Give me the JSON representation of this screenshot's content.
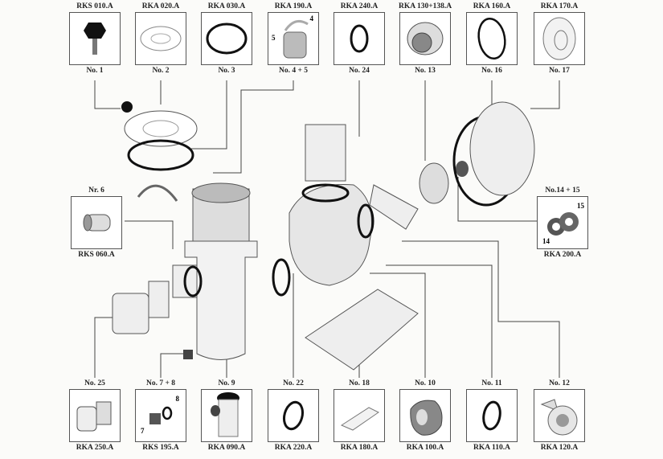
{
  "top_parts": [
    {
      "code": "RKS 010.A",
      "num": "No. 1",
      "icon": "knob-icon"
    },
    {
      "code": "RKA 020.A",
      "num": "No. 2",
      "icon": "lid-icon"
    },
    {
      "code": "RKA 030.A",
      "num": "No. 3",
      "icon": "o-ring-icon"
    },
    {
      "code": "RKA 190.A",
      "num": "No. 4 + 5",
      "icon": "strainer-basket-icon",
      "sub": [
        "4",
        "5"
      ]
    },
    {
      "code": "RKA 240.A",
      "num": "No. 24",
      "icon": "o-ring-icon"
    },
    {
      "code": "RKA 130+138.A",
      "num": "No. 13",
      "icon": "impeller-icon"
    },
    {
      "code": "RKA 160.A",
      "num": "No. 16",
      "icon": "o-ring-icon"
    },
    {
      "code": "RKA 170.A",
      "num": "No. 17",
      "icon": "motor-flange-icon"
    }
  ],
  "side_parts": [
    {
      "code": "RKS 060.A",
      "num": "Nr. 6",
      "icon": "connector-icon"
    },
    {
      "code": "RKA 200.A",
      "num": "No.14 + 15",
      "icon": "bearing-icon",
      "sub": [
        "14",
        "15"
      ]
    }
  ],
  "bottom_parts": [
    {
      "code": "RKA 250.A",
      "num": "No. 25",
      "icon": "union-icon"
    },
    {
      "code": "RKS 195.A",
      "num": "No. 7 + 8",
      "icon": "drain-plug-icon",
      "sub": [
        "7",
        "8"
      ]
    },
    {
      "code": "RKA 090.A",
      "num": "No. 9",
      "icon": "strainer-housing-icon"
    },
    {
      "code": "RKA 220.A",
      "num": "No. 22",
      "icon": "o-ring-icon"
    },
    {
      "code": "RKA 180.A",
      "num": "No. 18",
      "icon": "base-icon"
    },
    {
      "code": "RKA 100.A",
      "num": "No. 10",
      "icon": "pump-housing-icon"
    },
    {
      "code": "RKA 110.A",
      "num": "No. 11",
      "icon": "o-ring-icon"
    },
    {
      "code": "RKA 120.A",
      "num": "No. 12",
      "icon": "diffuser-icon"
    }
  ]
}
